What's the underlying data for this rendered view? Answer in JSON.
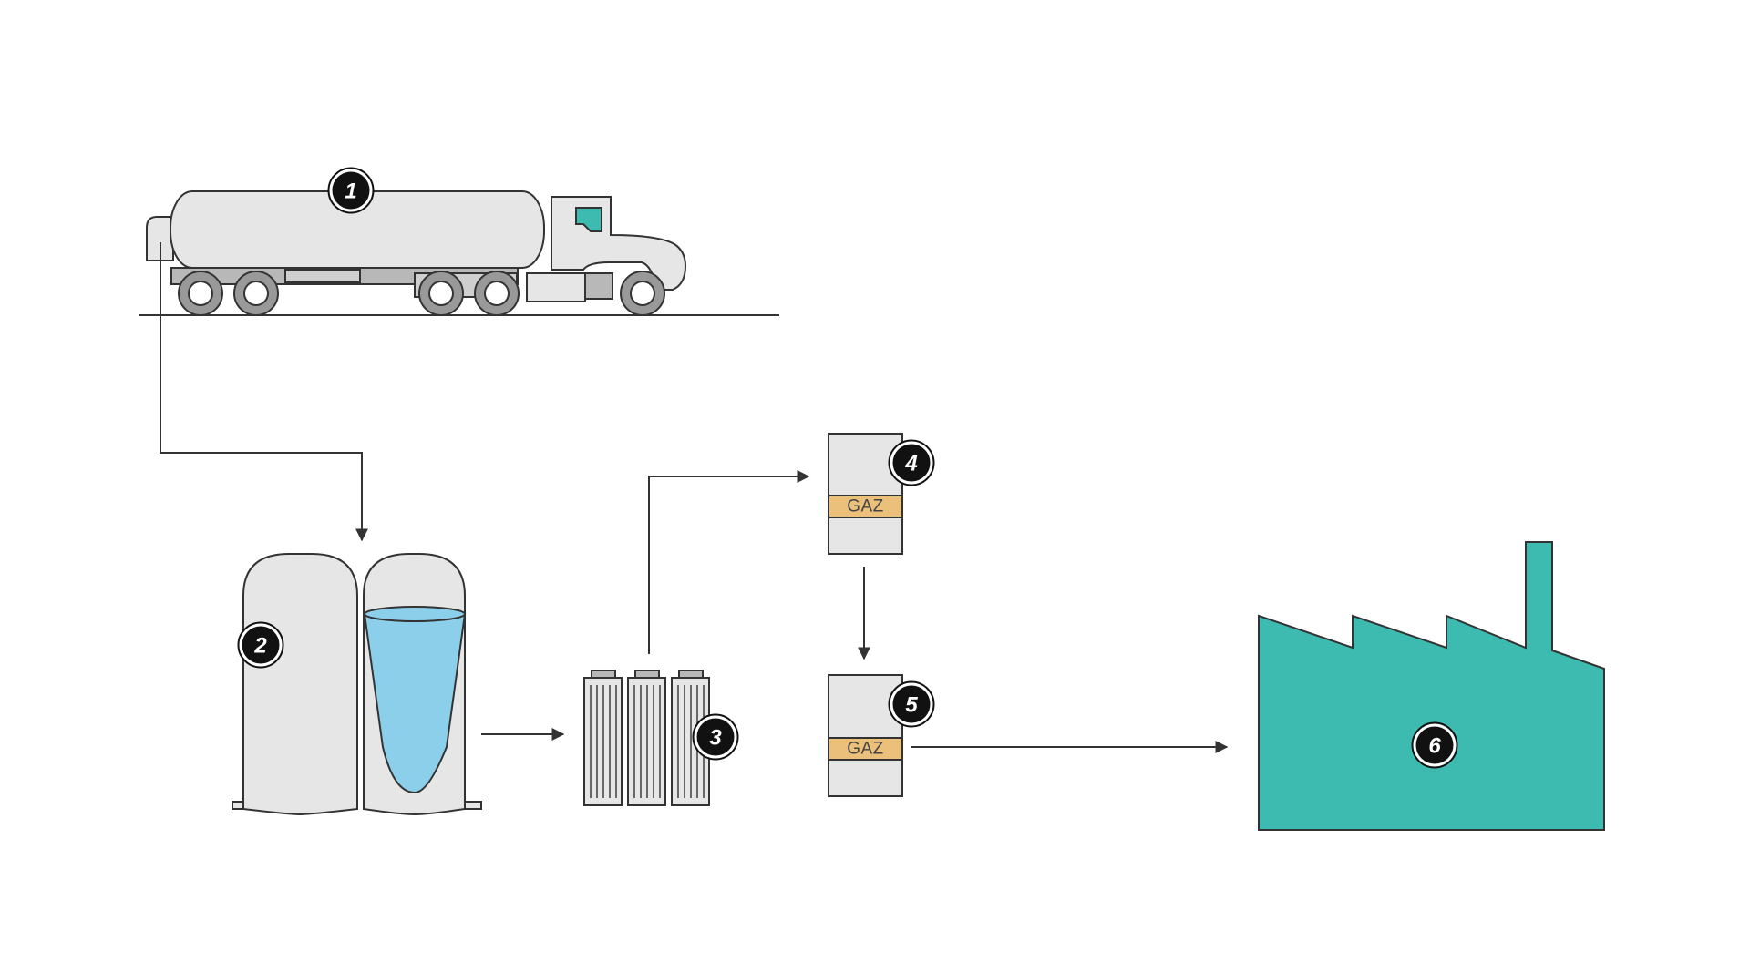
{
  "colors": {
    "outline": "#333333",
    "equipment_fill": "#e6e6e6",
    "wheel_fill": "#999999",
    "accent_teal": "#3dbbb0",
    "liquid_blue": "#8ccfea",
    "gas_label": "#eac07a"
  },
  "steps": [
    {
      "number": "1",
      "label": "tanker-truck"
    },
    {
      "number": "2",
      "label": "storage-tanks"
    },
    {
      "number": "3",
      "label": "vaporizers"
    },
    {
      "number": "4",
      "label": "gas-cylinder"
    },
    {
      "number": "5",
      "label": "gas-cylinder"
    },
    {
      "number": "6",
      "label": "factory"
    }
  ],
  "cylinders": {
    "top_label": "GAZ",
    "bottom_label": "GAZ"
  }
}
